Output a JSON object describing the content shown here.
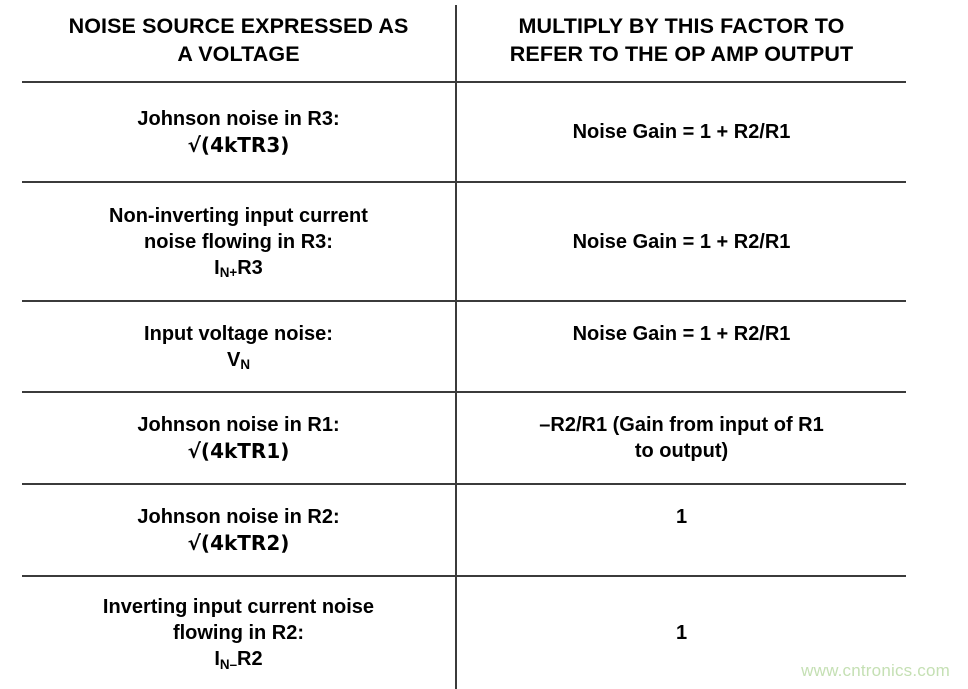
{
  "table": {
    "headers": {
      "left_line1": "NOISE SOURCE EXPRESSED AS",
      "left_line2": "A VOLTAGE",
      "right_line1": "MULTIPLY BY THIS FACTOR TO",
      "right_line2": "REFER TO THE OP AMP OUTPUT"
    },
    "rows": [
      {
        "source_line1": "Johnson noise in R3:",
        "source_line2_pre": "√(4kTR3)",
        "source_line2_sub": "",
        "source_line2_post": "",
        "factor_line1": "Noise Gain = 1 + R2/R1",
        "factor_line2": ""
      },
      {
        "source_line1": "Non-inverting input current",
        "source_line1b": "noise flowing in R3:",
        "source_line2_pre": "I",
        "source_line2_sub": "N+",
        "source_line2_post": "R3",
        "factor_line1": "Noise Gain = 1 + R2/R1",
        "factor_line2": ""
      },
      {
        "source_line1": "Input voltage noise:",
        "source_line2_pre": "V",
        "source_line2_sub": "N",
        "source_line2_post": "",
        "factor_line1": "Noise Gain = 1 + R2/R1",
        "factor_line2": ""
      },
      {
        "source_line1": "Johnson noise in R1:",
        "source_line2_pre": "√(4kTR1)",
        "source_line2_sub": "",
        "source_line2_post": "",
        "factor_line1": "–R2/R1 (Gain from input of R1",
        "factor_line2": "to output)"
      },
      {
        "source_line1": "Johnson noise in R2:",
        "source_line2_pre": "√(4kTR2)",
        "source_line2_sub": "",
        "source_line2_post": "",
        "factor_line1": "1",
        "factor_line2": ""
      },
      {
        "source_line1": "Inverting input current noise",
        "source_line1b": "flowing in R2:",
        "source_line2_pre": "I",
        "source_line2_sub": "N–",
        "source_line2_post": "R2",
        "factor_line1": "1",
        "factor_line2": ""
      }
    ]
  },
  "watermark": {
    "text": "www.cntronics.com",
    "color": "#c5e0b4"
  }
}
